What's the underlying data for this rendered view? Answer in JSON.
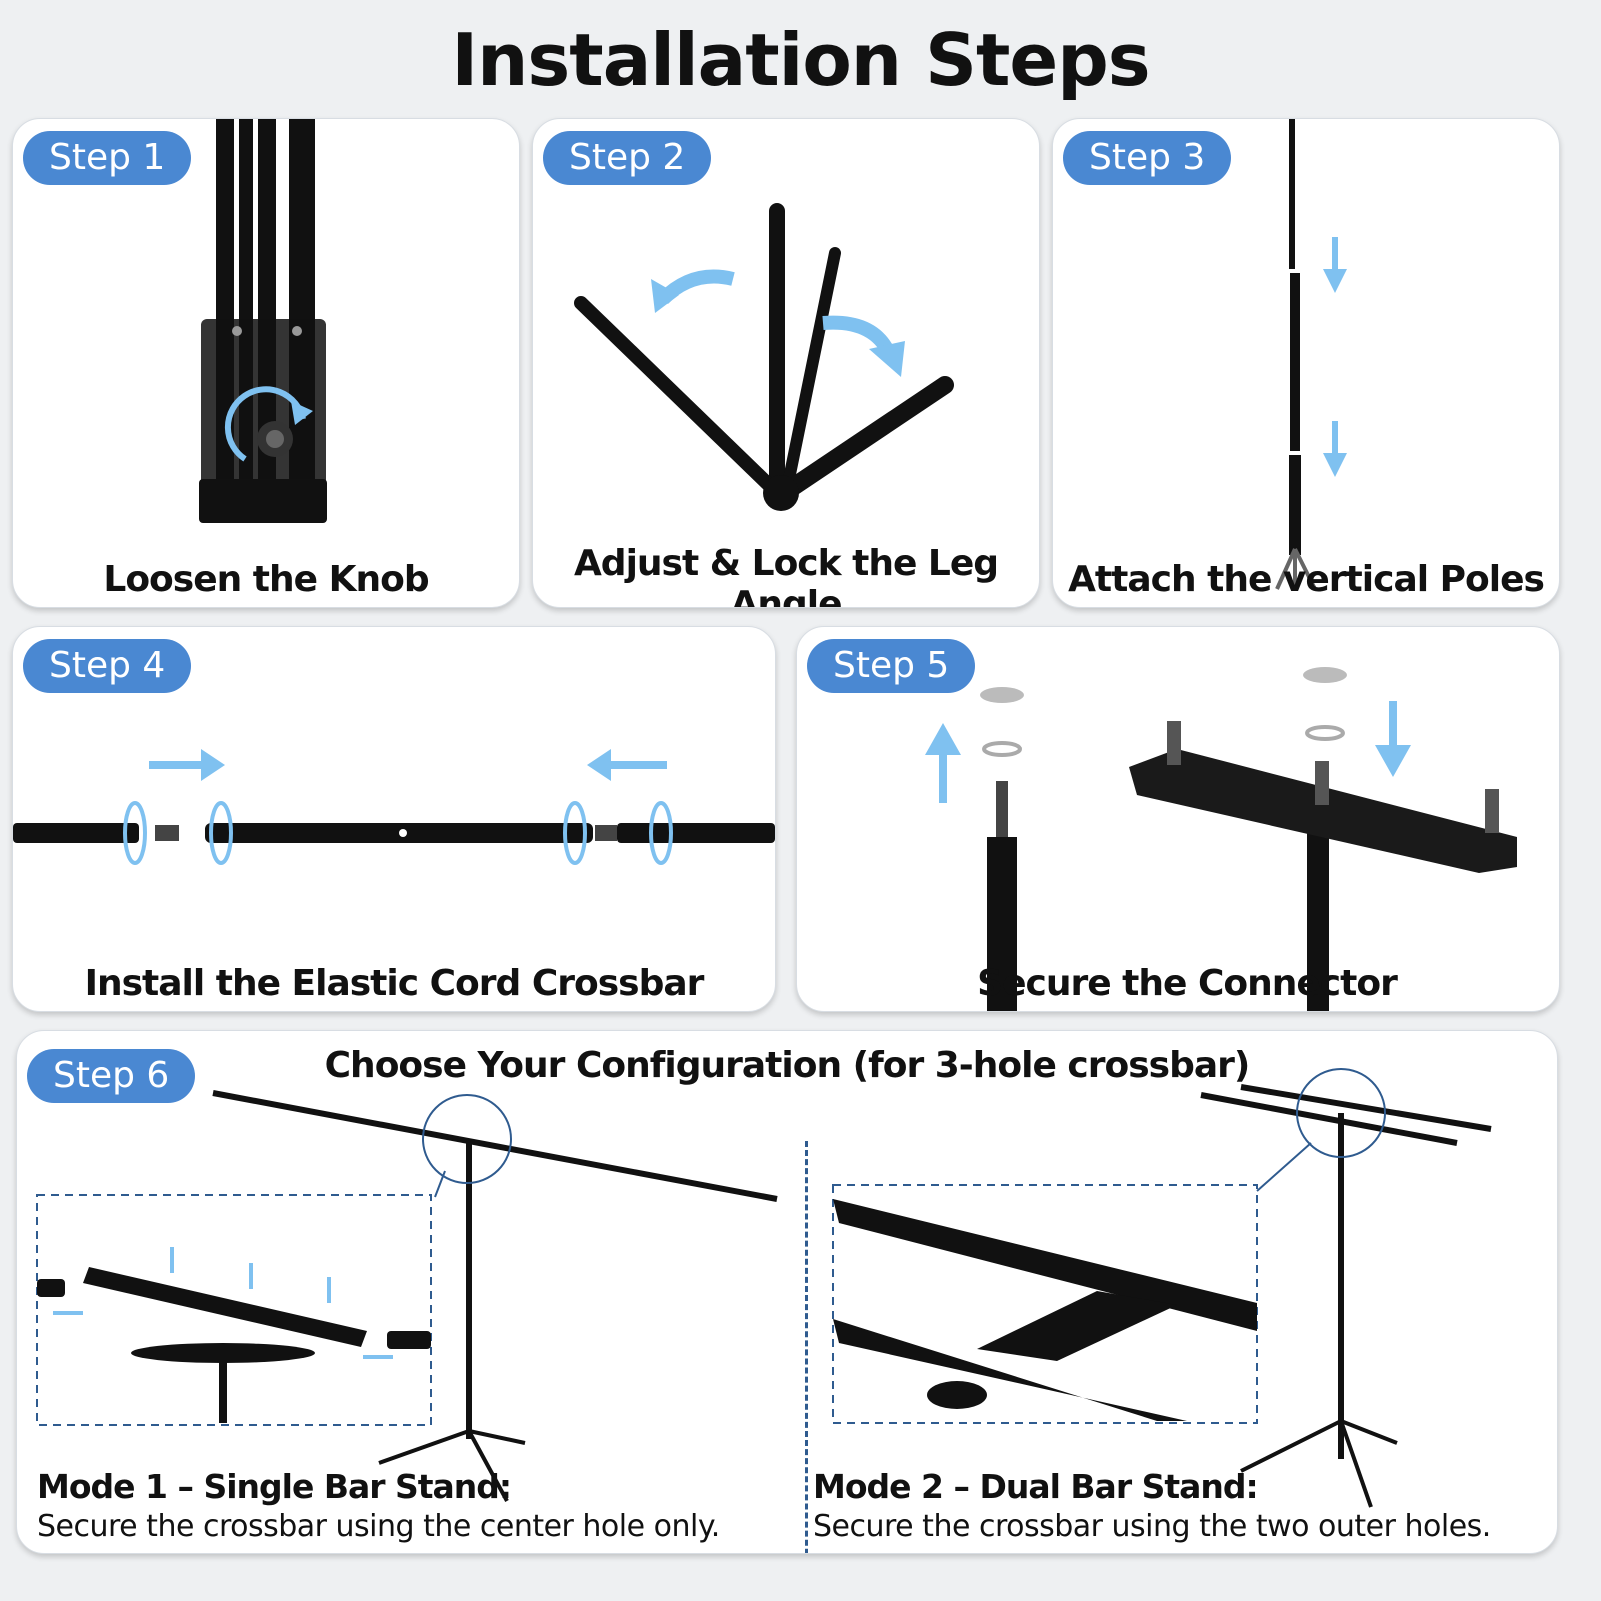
{
  "title": "Installation Steps",
  "steps": [
    {
      "badge": "Step 1",
      "caption": "Loosen the Knob"
    },
    {
      "badge": "Step 2",
      "caption": "Adjust & Lock the Leg Angle"
    },
    {
      "badge": "Step 3",
      "caption": "Attach the vertical Poles"
    },
    {
      "badge": "Step 4",
      "caption": "Install the Elastic Cord Crossbar"
    },
    {
      "badge": "Step 5",
      "caption": "Secure the Connector"
    },
    {
      "badge": "Step 6",
      "caption": "Choose Your Configuration (for 3-hole crossbar)"
    }
  ],
  "modes": [
    {
      "title": "Mode 1 – Single Bar Stand:",
      "description": "Secure the crossbar using the center hole only."
    },
    {
      "title": "Mode 2 – Dual Bar Stand:",
      "description": "Secure the crossbar using the two outer holes."
    }
  ],
  "colors": {
    "accent": "#4a88d2",
    "arrow": "#7fc1f0",
    "dashed": "#2f5b8f",
    "metal": "#111111"
  },
  "icons": [
    "rotate-arrow-icon",
    "curved-arrow-icon",
    "down-arrow-icon",
    "right-arrow-icon",
    "left-arrow-icon",
    "up-arrow-icon"
  ]
}
